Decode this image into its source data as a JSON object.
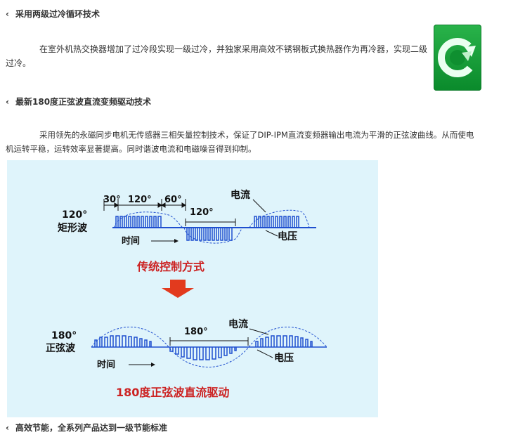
{
  "sections": [
    {
      "title": "采用两级过冷循环技术"
    },
    {
      "title": "最新180度正弦波直流变频驱动技术"
    },
    {
      "title": "高效节能，全系列产品达到一级节能标准"
    }
  ],
  "para1": {
    "line1": "在室外机热交换器增加了过冷段实现一级过冷，并独家采用高效不锈钢板式换热器作为再冷器，实现二级",
    "line2": "过冷。"
  },
  "para2": {
    "line1": "采用领先的永磁同步电机无传感器三相矢量控制技术，保证了DIP-IPM直流变频器输出电流为平滑的正弦波曲线。从而使电",
    "line2": "机运转平稳，运转效率显著提高。同时谐波电流和电磁噪音得到抑制。"
  },
  "diagram": {
    "top": {
      "angle_label": "120°",
      "wave_label": "矩形波",
      "seg1": "30°",
      "seg2": "120°",
      "seg3": "60°",
      "seg4": "120°",
      "current": "电流",
      "voltage": "电压",
      "time": "时间",
      "caption": "传统控制方式"
    },
    "bottom": {
      "angle_label": "180°",
      "wave_label": "正弦波",
      "seg": "180°",
      "current": "电流",
      "voltage": "电压",
      "time": "时间",
      "caption": "180度正弦波直流驱动"
    },
    "colors": {
      "background": "#dff4fb",
      "wave": "#1f4fcf",
      "caption": "#cc2222",
      "arrow": "#e23a1e"
    }
  },
  "logo": {
    "icon": "green-c-arrow-icon"
  }
}
